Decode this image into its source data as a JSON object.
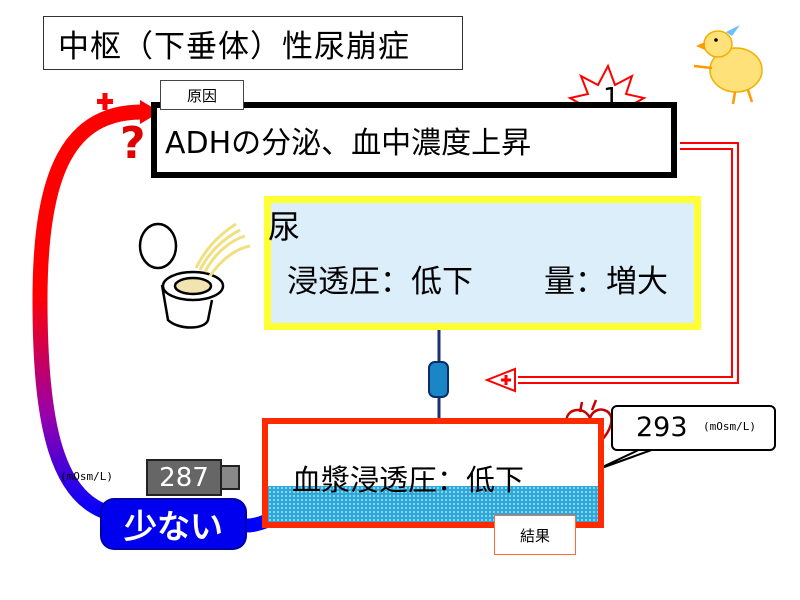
{
  "title": "中枢（下垂体）性尿崩症",
  "cause": {
    "label": "原因",
    "text": "ADHの分泌、血中濃度上昇",
    "star_number": "1",
    "question_mark": "?"
  },
  "urine": {
    "title": "尿",
    "osmolality": "浸透圧：低下",
    "volume": "量：増大"
  },
  "plasma": {
    "text": "血漿浸透圧：低下",
    "result_label": "結果",
    "callout_value": "293",
    "callout_unit": "(mOsm/L)"
  },
  "meter": {
    "value": "287",
    "unit": "(mOsm/L)"
  },
  "badge": {
    "text": "少ない"
  },
  "signs": {
    "plus": "+"
  },
  "colors": {
    "adh_border": "#000000",
    "urine_border": "#ffff33",
    "urine_fill": "#dbeef9",
    "plasma_border": "#ff2a00",
    "plasma_fill": "#2ea8d8",
    "loop_top": "#ff0000",
    "loop_bottom": "#0000ff",
    "feedback_line": "#ff0000",
    "down_arrow": "#2b4dbf",
    "badge": "#0000ee"
  }
}
